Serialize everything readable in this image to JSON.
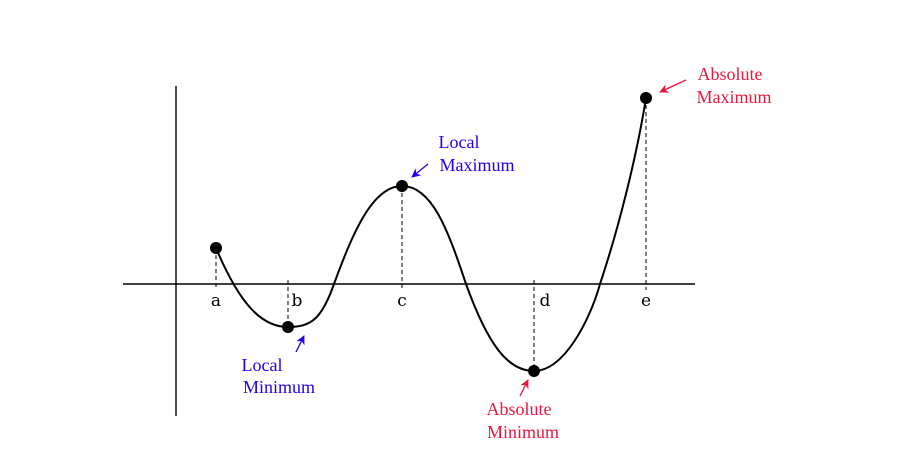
{
  "colors": {
    "local": "#2200ee",
    "absolute": "#e8173f",
    "ink": "#000000"
  },
  "ticks": [
    {
      "id": "a",
      "label": "a"
    },
    {
      "id": "b",
      "label": "b"
    },
    {
      "id": "c",
      "label": "c"
    },
    {
      "id": "d",
      "label": "d"
    },
    {
      "id": "e",
      "label": "e"
    }
  ],
  "annotations": {
    "local_min": {
      "line1": "Local",
      "line2": "Minimum"
    },
    "local_max": {
      "line1": "Local",
      "line2": "Maximum"
    },
    "abs_min": {
      "line1": "Absolute",
      "line2": "Minimum"
    },
    "abs_max": {
      "line1": "Absolute",
      "line2": "Maximum"
    }
  }
}
